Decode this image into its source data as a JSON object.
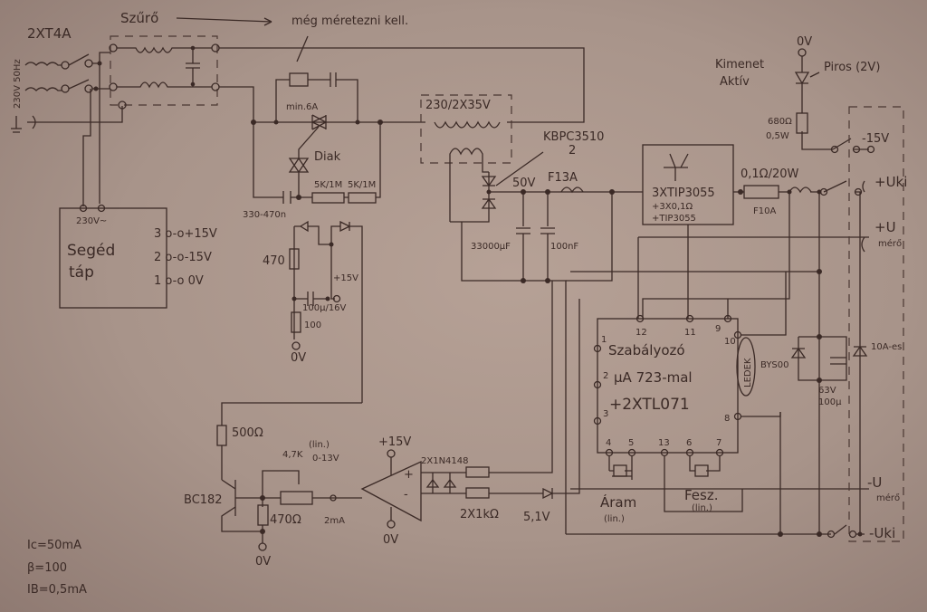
{
  "input": {
    "fuse": "2XT4A",
    "mains": "230V 50Hz"
  },
  "filter": {
    "label": "Szűrő",
    "note": "még méretezni kell."
  },
  "softstart": {
    "triac": "min.6A",
    "diac": "Diak",
    "r1": "5K/1M",
    "r2": "5K/1M",
    "cap": "330-470n",
    "r470": "470",
    "plus15": "+15V",
    "elko": "100µ/16V",
    "r100": "100",
    "gnd": "0V"
  },
  "aux_supply": {
    "input": "230V~",
    "title1": "Segéd",
    "title2": "táp",
    "pins": [
      "3 o-o+15V",
      "2 o-o-15V",
      "1 o-o 0V"
    ]
  },
  "transformer": {
    "label": "230/2X35V"
  },
  "rectifier": {
    "label": "KBPC3510",
    "sub": "2",
    "voltage": "50V",
    "fuse": "F13A",
    "cap1": "33000µF",
    "cap2": "100nF"
  },
  "pass_transistor": {
    "line1": "3XTIP3055",
    "line2": "+3X0,1Ω",
    "line3": "+TIP3055"
  },
  "output": {
    "shunt": "0,1Ω/20W",
    "fuse": "F10A",
    "plus_out": "+Uki",
    "plus_meter": "+U",
    "meter_sub": "mérő",
    "minus_meter": "-U",
    "minus_meter_sub": "mérő",
    "minus_out": "-Uki"
  },
  "indicator": {
    "gnd": "0V",
    "label1": "Kimenet",
    "label2": "Aktív",
    "led": "Piros (2V)",
    "res1": "680Ω",
    "res2": "0,5W",
    "neg": "-15V"
  },
  "regulator": {
    "title1": "Szabályozó",
    "title2": "µA 723-mal",
    "title3": "+2XTL071",
    "leds": "LEDEK",
    "pins": [
      "12",
      "11",
      "9",
      "10",
      "1",
      "2",
      "3",
      "8",
      "4",
      "5",
      "13",
      "6",
      "7"
    ],
    "current": "Áram",
    "current_sub": "(lin.)",
    "voltage": "Fesz.",
    "voltage_sub": "(lin.)"
  },
  "protection": {
    "diode": "BYS00",
    "diode2": "10A-es",
    "cap1": "63V",
    "cap2": "100µ"
  },
  "driver": {
    "r500": "500Ω",
    "pot": "4,7K",
    "pot_sub": "(lin.)",
    "range": "0-13V",
    "transistor": "BC182",
    "r470": "470Ω",
    "current": "2mA",
    "plus15": "+15V",
    "diodes": "2X1N4148",
    "res": "2X1kΩ",
    "zener": "5,1V",
    "gnd_opamp": "0V",
    "gnd_tr": "0V"
  },
  "notes": [
    "Ic=50mA",
    "β=100",
    "IB=0,5mA"
  ]
}
